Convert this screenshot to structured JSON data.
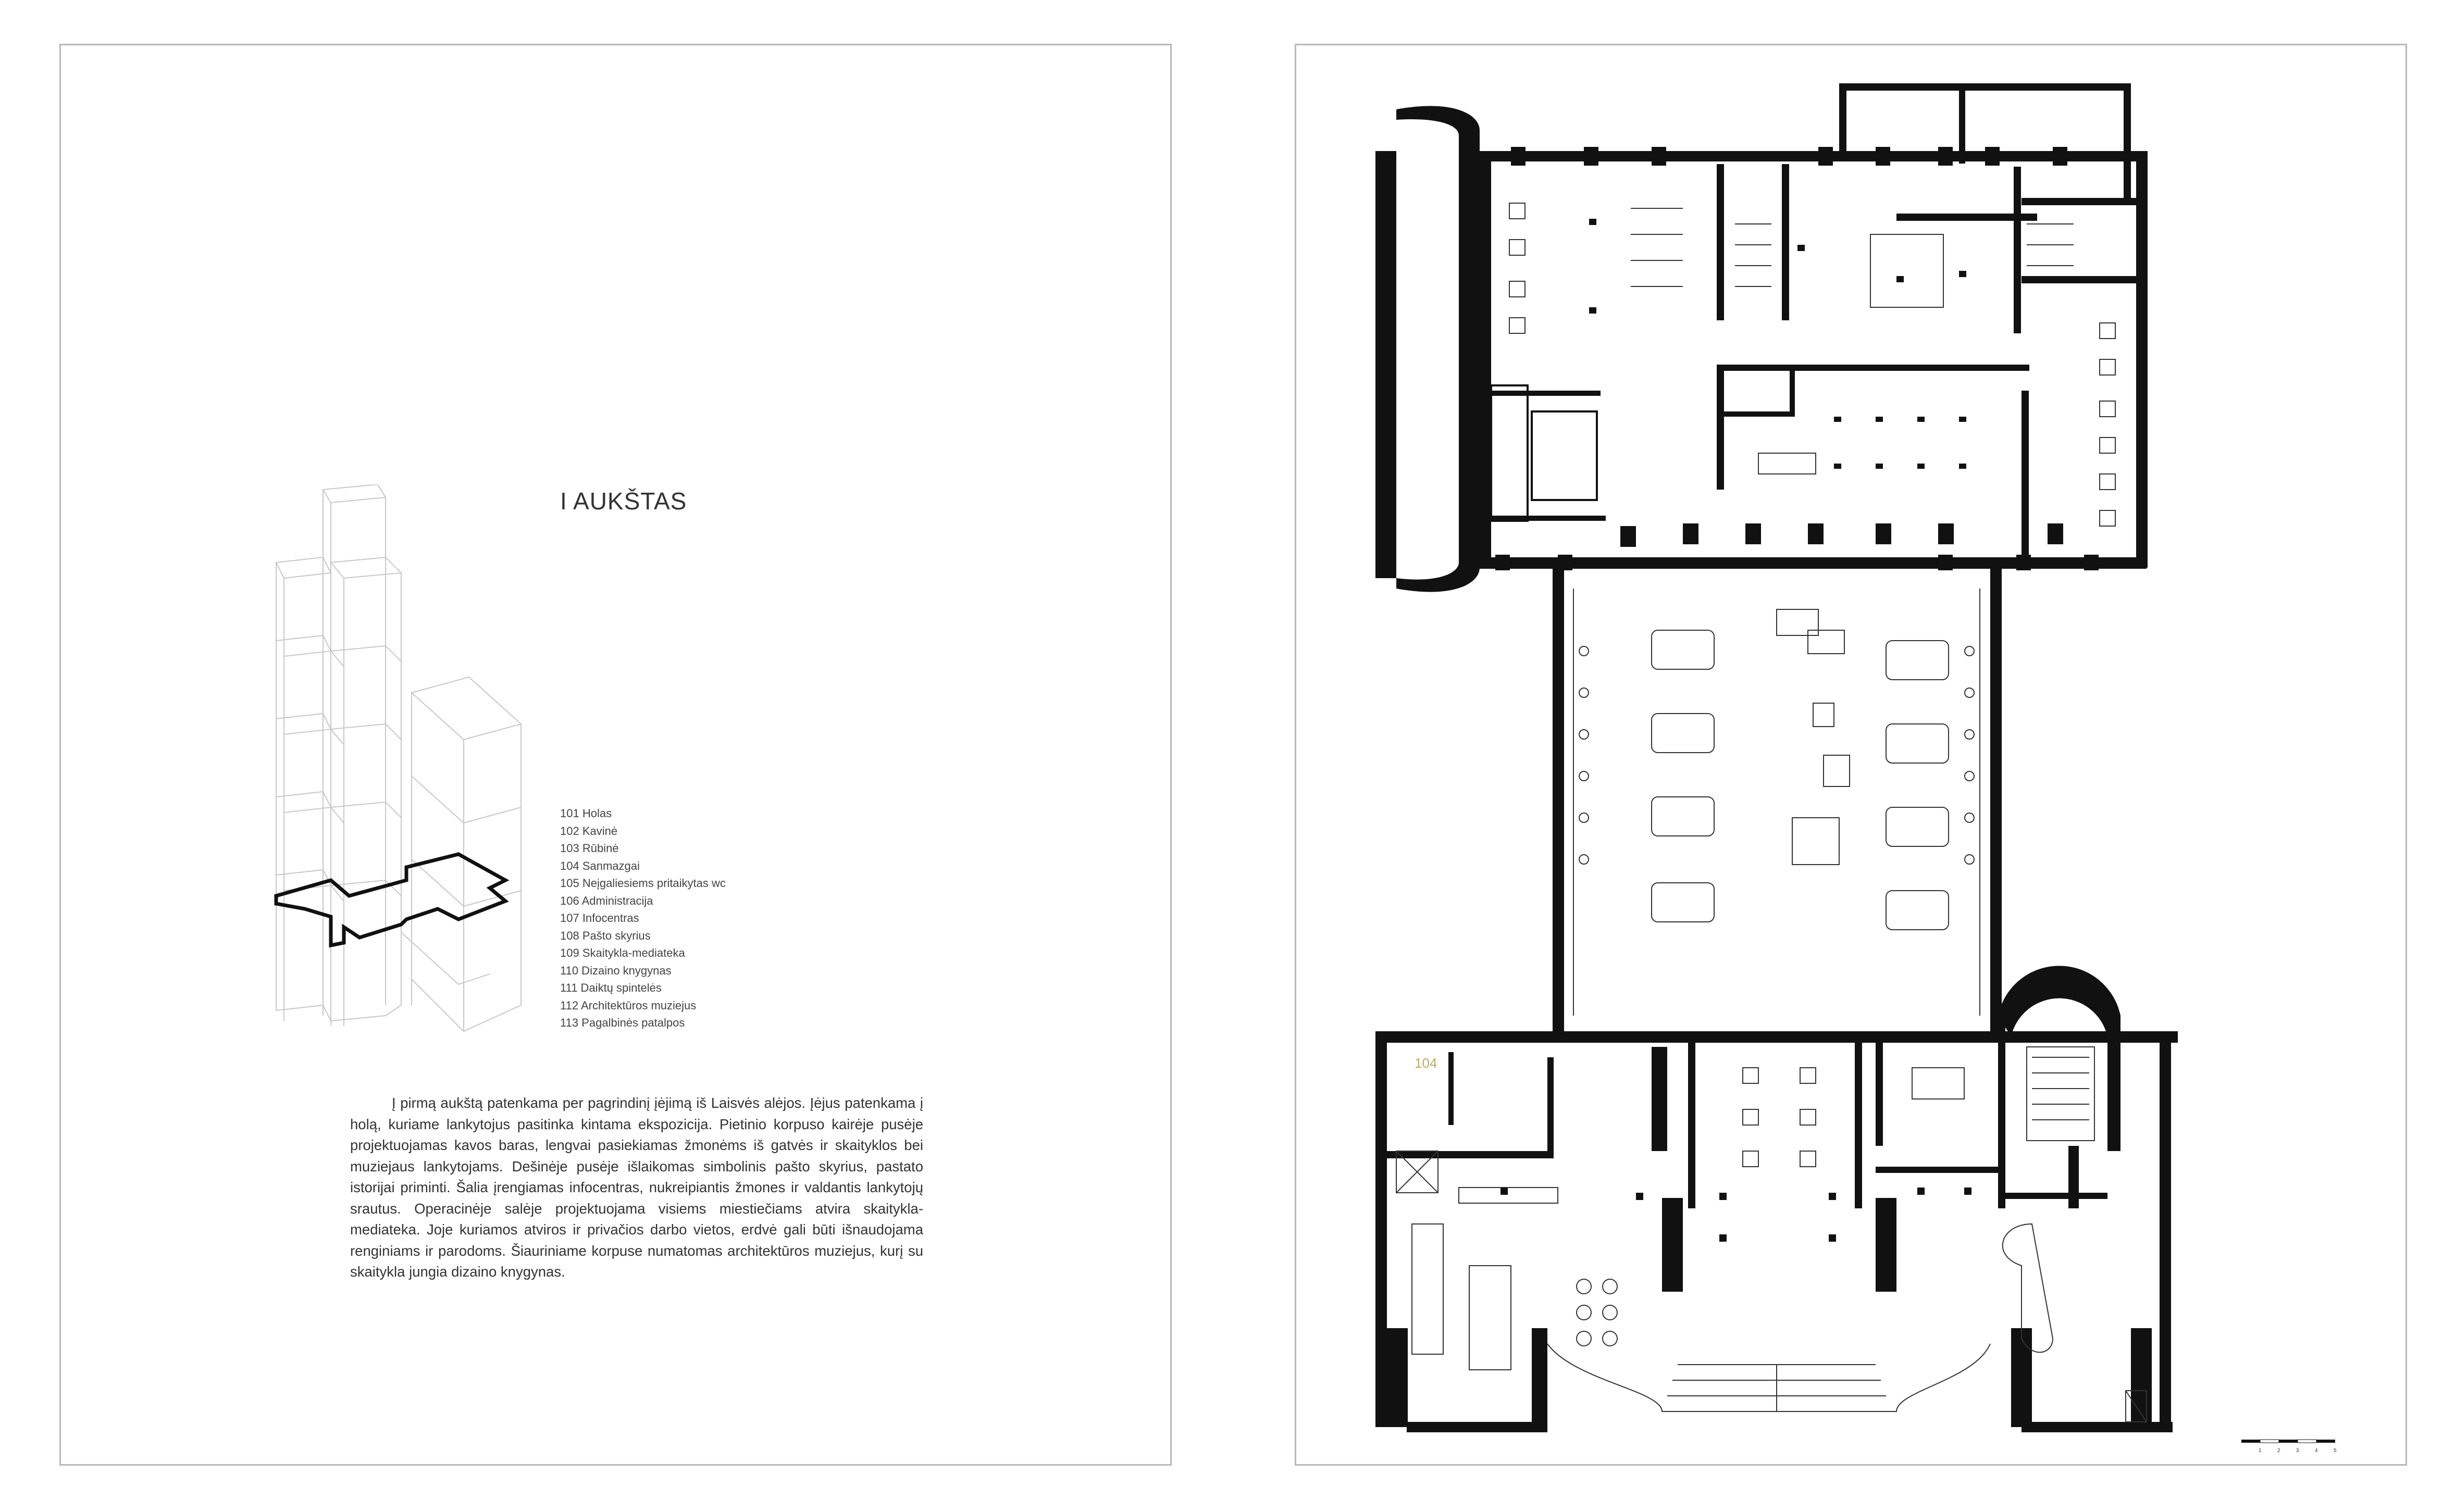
{
  "left_page": {
    "title": "I AUKŠTAS",
    "legend": [
      "101 Holas",
      "102 Kavinė",
      "103 Rūbinė",
      "104 Sanmazgai",
      "105 Neįgaliesiems pritaikytas wc",
      "106 Administracija",
      "107 Infocentras",
      "108 Pašto skyrius",
      "109 Skaitykla-mediateka",
      "110 Dizaino knygynas",
      "111 Daiktų spintelės",
      "112 Architektūros muziejus",
      "113 Pagalbinės patalpos"
    ],
    "body": "Į pirmą aukštą patenkama per pagrindinį įėjimą iš Laisvės alėjos. Įėjus patenkama į holą, kuriame lankytojus pasitinka kintama ekspozicija. Pietinio korpuso kairėje pusėje projektuojamas kavos baras, lengvai pasiekiamas žmonėms iš gatvės ir skaityklos bei muziejaus lankytojams. Dešinėje pusėje išlaikomas simbolinis pašto skyrius, pastato istorijai priminti. Šalia įrengiamas infocentras, nukreipiantis žmones ir valdantis lankytojų srautus. Operacinėje salėje projektuojama visiems miestiečiams atvira skaitykla-mediateka. Joje kuriamos atviros ir privačios darbo vietos, erdvė gali būti išnaudojama renginiams ir parodoms. Šiauriniame korpuse numatomas architektūros muziejus, kurį su skaitykla jungia dizaino knygynas."
  },
  "right_page": {
    "room_label_104": "104",
    "scale_bar_ticks": [
      "1",
      "2",
      "3",
      "4",
      "5"
    ],
    "colors": {
      "wall": "#111111",
      "thin_line": "#555555",
      "room_label": "#b9ae6a"
    }
  }
}
